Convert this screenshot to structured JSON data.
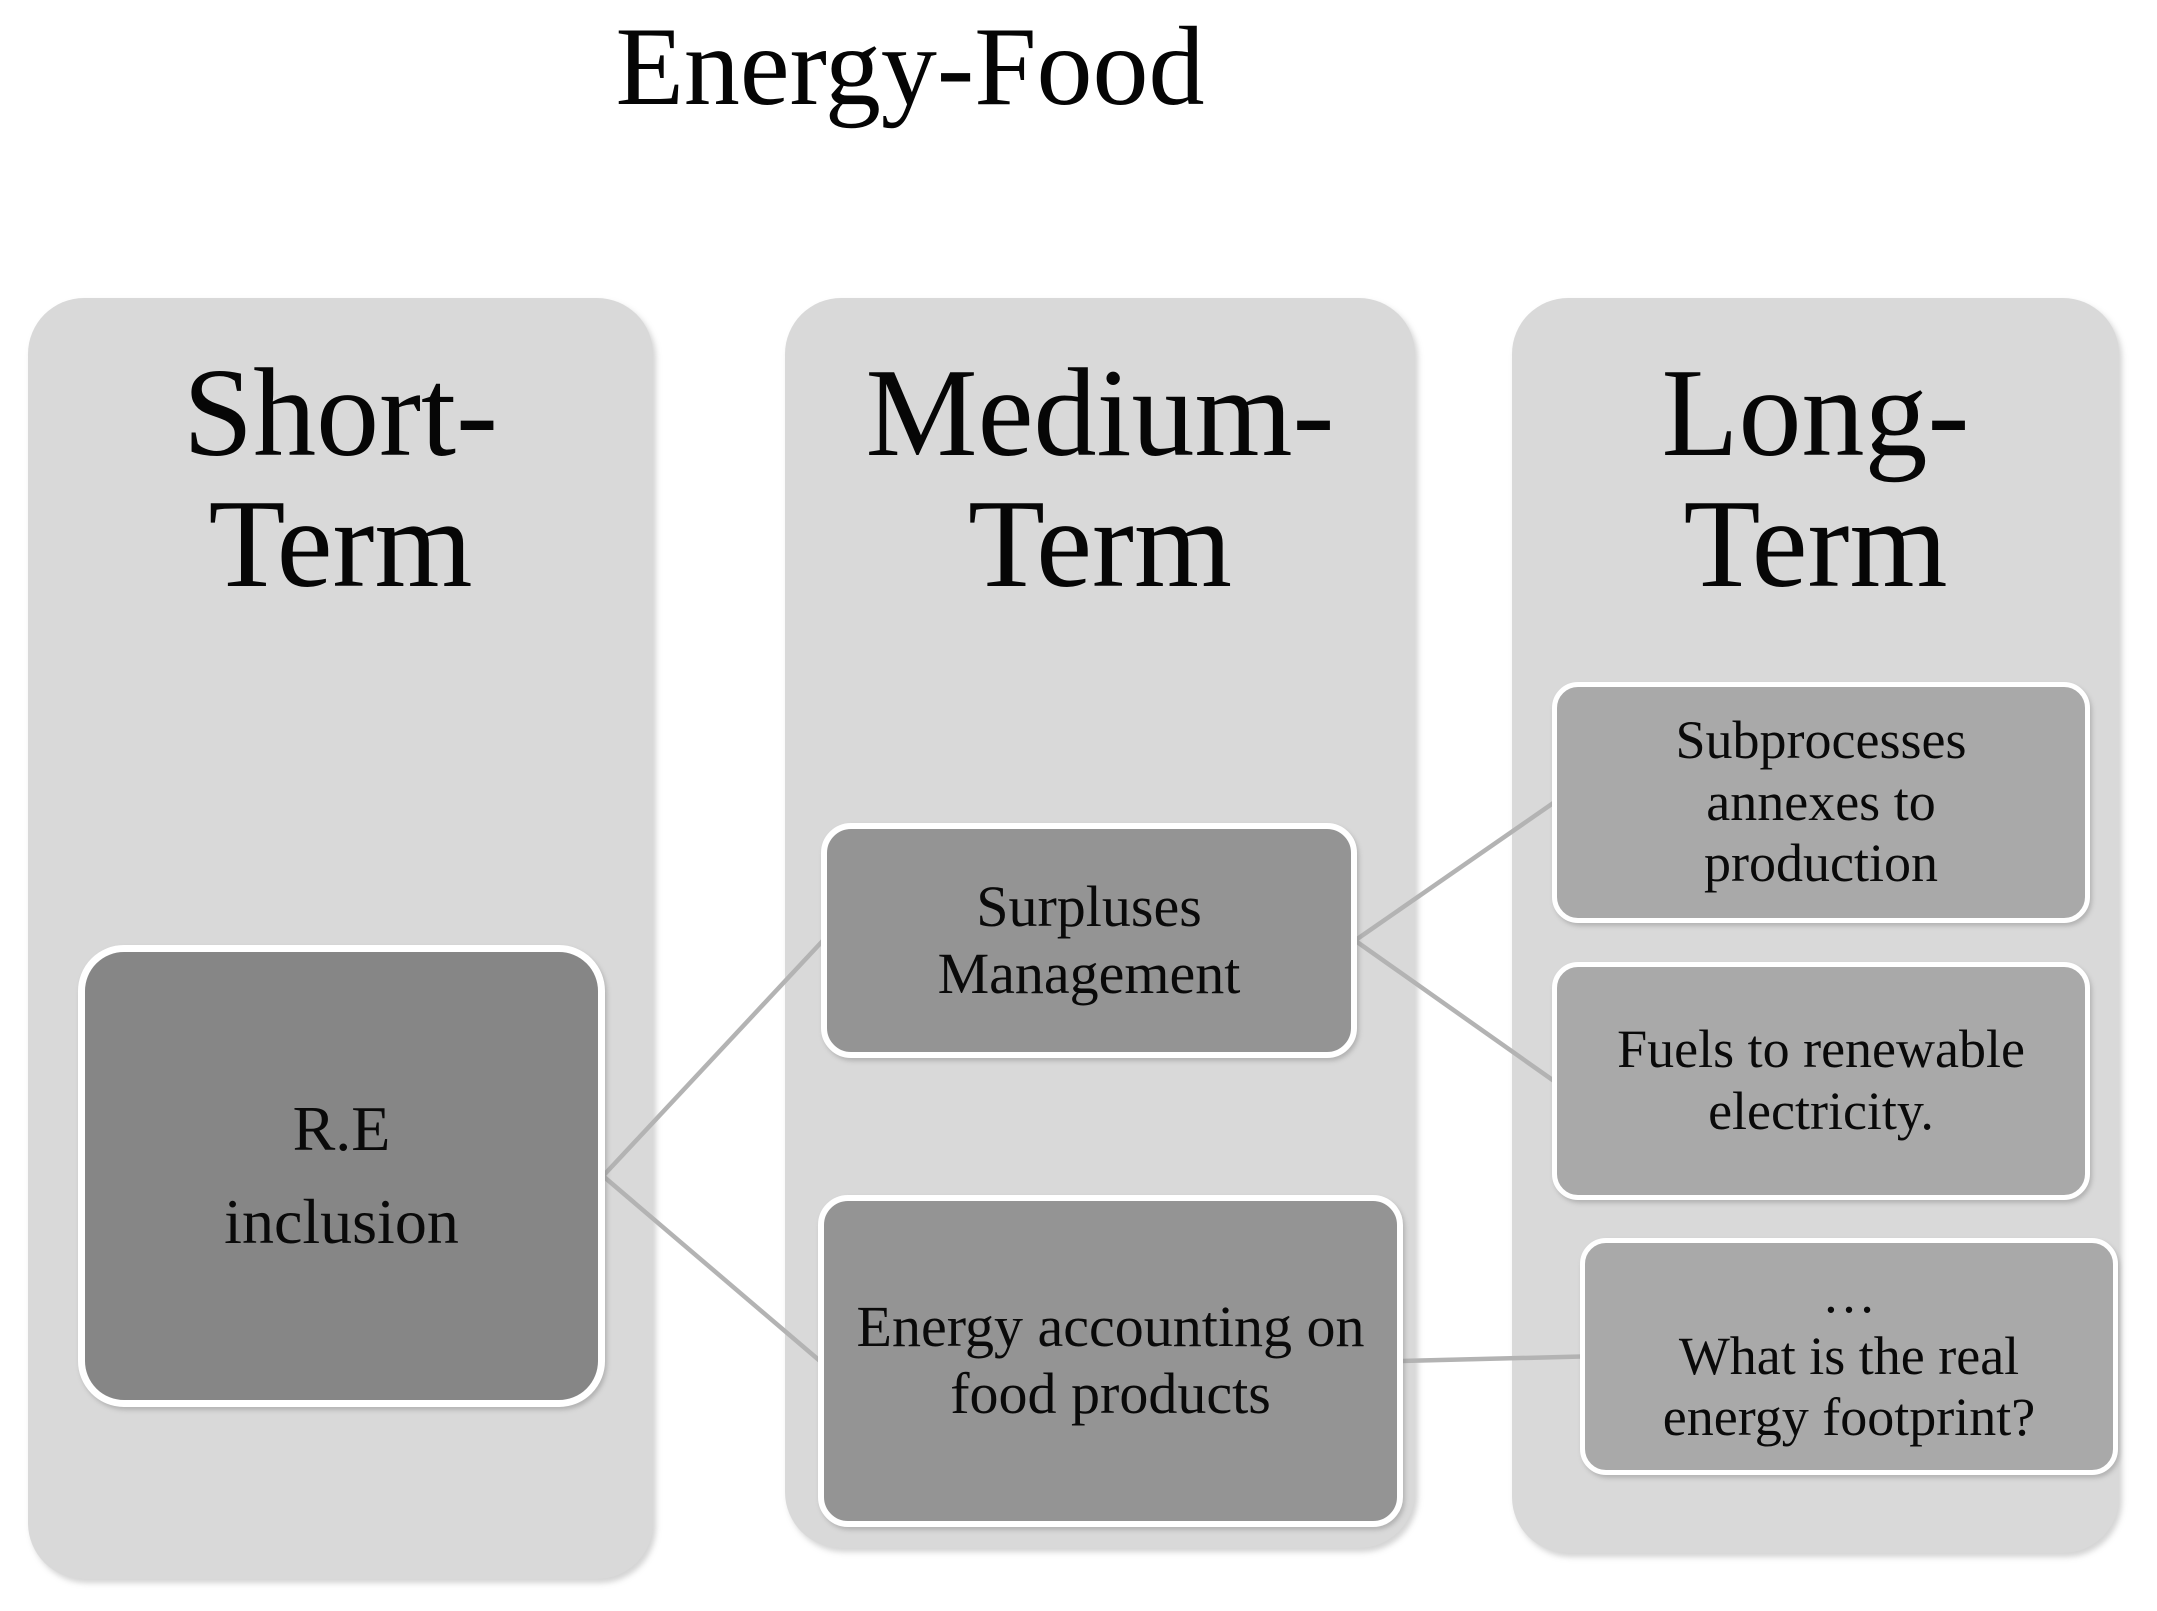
{
  "title": "Energy-Food",
  "palette": {
    "page_bg": "#ffffff",
    "column_bg": "#d9d9d9",
    "node_bg_short_term": "#868686",
    "node_bg_medium_term": "#949494",
    "node_bg_long_term": "#a9a9a9",
    "node_border": "#ffffff",
    "connector_color": "#b3b3b3",
    "text_color": "#0a0a0a"
  },
  "columns": {
    "short": {
      "label": "Short-\nTerm"
    },
    "medium": {
      "label": "Medium-\nTerm"
    },
    "long": {
      "label": "Long-\nTerm"
    }
  },
  "nodes": {
    "re_inclusion": {
      "label": "R.E\ninclusion",
      "column": "short"
    },
    "surpluses_management": {
      "label": "Surpluses\nManagement",
      "column": "medium"
    },
    "energy_accounting": {
      "label": "Energy accounting on\nfood products",
      "column": "medium"
    },
    "subprocesses_annexes": {
      "label": "Subprocesses\nannexes to\nproduction",
      "column": "long"
    },
    "fuels_renewable": {
      "label": "Fuels to renewable\nelectricity.",
      "column": "long"
    },
    "energy_footprint": {
      "label": "…\nWhat is the real\nenergy footprint?",
      "column": "long"
    }
  },
  "connections": [
    {
      "from": "re_inclusion",
      "to": "surpluses_management"
    },
    {
      "from": "re_inclusion",
      "to": "energy_accounting"
    },
    {
      "from": "surpluses_management",
      "to": "subprocesses_annexes"
    },
    {
      "from": "surpluses_management",
      "to": "fuels_renewable"
    },
    {
      "from": "energy_accounting",
      "to": "energy_footprint"
    }
  ]
}
